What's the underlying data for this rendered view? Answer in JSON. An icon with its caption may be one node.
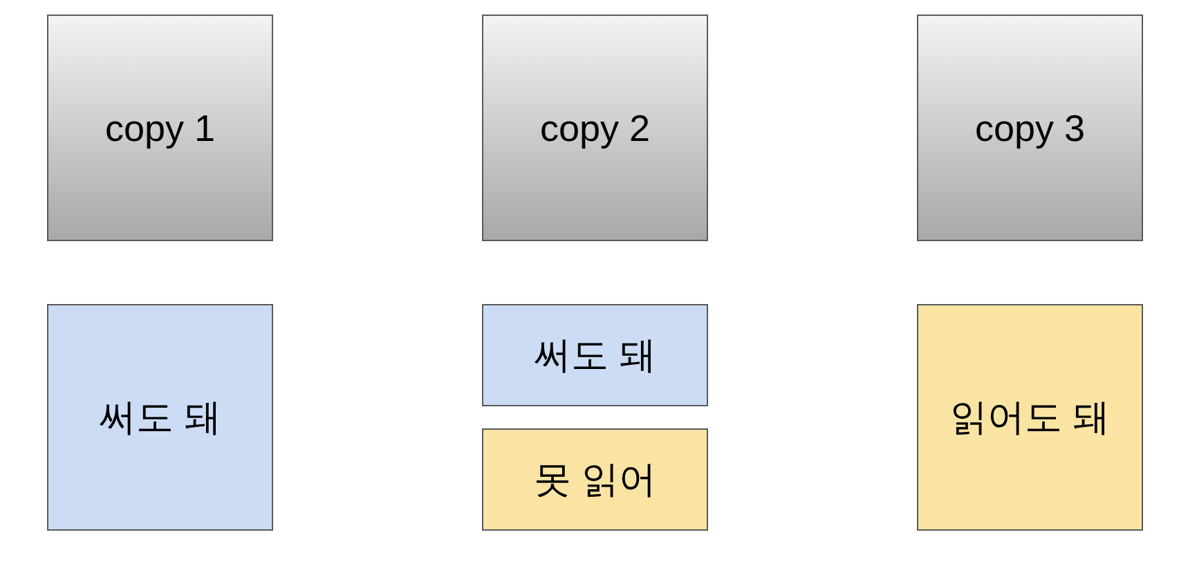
{
  "diagram": {
    "nodes": [
      {
        "text": [
          "copy 1"
        ]
      },
      {
        "text": [
          "copy 2"
        ]
      },
      {
        "text": [
          "copy 3"
        ]
      },
      {
        "text": [
          "써도 돼"
        ]
      },
      {
        "text": [
          "써도 돼"
        ]
      },
      {
        "text": [
          "못 읽어"
        ]
      },
      {
        "text": [
          "읽어도 돼"
        ]
      }
    ]
  }
}
